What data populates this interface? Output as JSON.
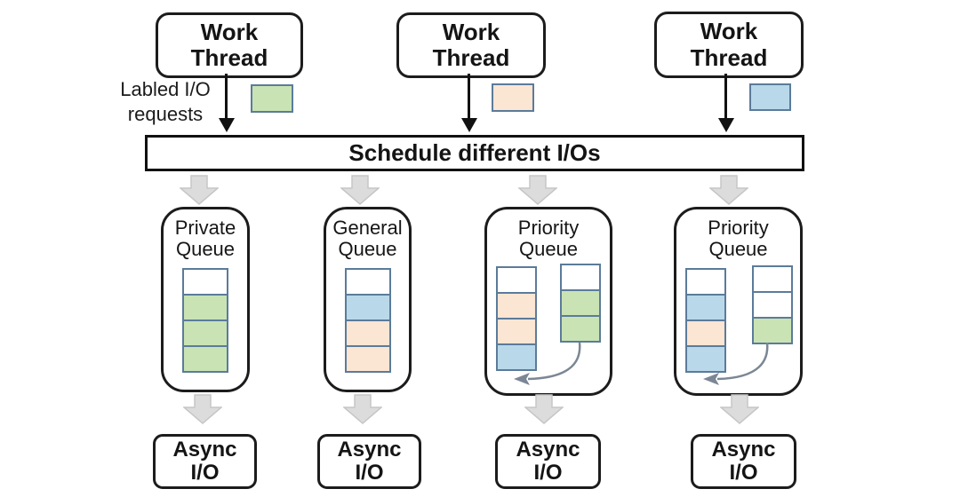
{
  "colors": {
    "white": "#ffffff",
    "green": "#c9e3b5",
    "orange": "#fbe5d3",
    "blue": "#b9d8e9",
    "cell_border": "#5b7b9a",
    "gray_arrow": "#dcdcdc",
    "merge_arrow": "#7b8795",
    "ink": "#111111"
  },
  "work_threads": [
    {
      "label": "Work\nThread",
      "request_color": "green"
    },
    {
      "label": "Work\nThread",
      "request_color": "orange"
    },
    {
      "label": "Work\nThread",
      "request_color": "blue"
    }
  ],
  "legend": {
    "label": "Labled I/O\nrequests"
  },
  "scheduler": {
    "label": "Schedule different I/Os"
  },
  "queues": [
    {
      "title": "Private\nQueue",
      "stacks": [
        [
          "white",
          "green",
          "green",
          "green"
        ]
      ]
    },
    {
      "title": "General\nQueue",
      "stacks": [
        [
          "white",
          "blue",
          "orange",
          "orange"
        ]
      ]
    },
    {
      "title": "Priority\nQueue",
      "stacks": [
        [
          "white",
          "orange",
          "orange",
          "blue"
        ],
        [
          "white",
          "green",
          "green"
        ]
      ],
      "merge_arrow": true
    },
    {
      "title": "Priority\nQueue",
      "stacks": [
        [
          "white",
          "blue",
          "orange",
          "blue"
        ],
        [
          "white",
          "white",
          "green"
        ]
      ],
      "merge_arrow": true
    }
  ],
  "async_outputs": [
    {
      "label": "Async\nI/O"
    },
    {
      "label": "Async\nI/O"
    },
    {
      "label": "Async\nI/O"
    },
    {
      "label": "Async\nI/O"
    }
  ]
}
